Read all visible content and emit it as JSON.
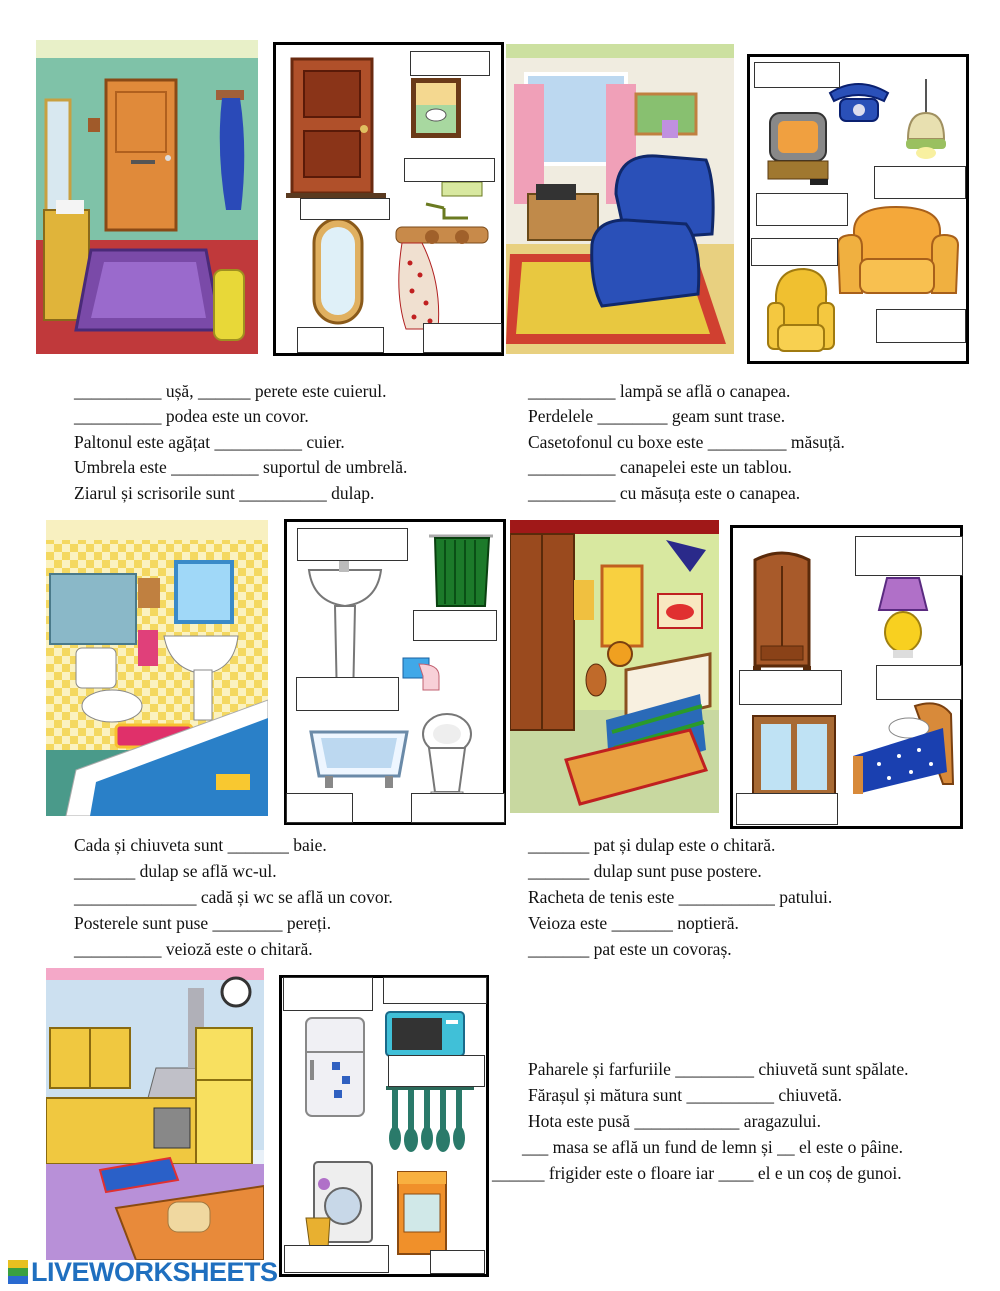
{
  "sections": [
    {
      "room": "hallway",
      "sentences": [
        "__________ ușă, ______ perete este cuierul.",
        "__________ podea este un covor.",
        "Paltonul este agățat __________ cuier.",
        "Umbrela este __________ suportul de umbrelă.",
        "Ziarul și scrisorile sunt __________ dulap."
      ]
    },
    {
      "room": "living-room",
      "sentences": [
        "__________ lampă se află o canapea.",
        "Perdelele ________ geam sunt trase.",
        "Casetofonul cu boxe este _________ măsuță.",
        "__________ canapelei este un tablou.",
        "__________ cu măsuța este o canapea."
      ]
    },
    {
      "room": "bathroom",
      "sentences": [
        "Cada și chiuveta sunt _______ baie.",
        "_______ dulap se află wc-ul.",
        "______________ cadă și wc se află un covor.",
        "Posterele sunt puse ________ pereți.",
        "__________ veioză este o chitară."
      ]
    },
    {
      "room": "bedroom",
      "sentences": [
        "_______ pat și dulap este o chitară.",
        "_______ dulap sunt puse postere.",
        "Racheta de tenis este ___________ patului.",
        "Veioza este _______ noptieră.",
        "_______ pat este un covoraș."
      ]
    },
    {
      "room": "kitchen",
      "sentences": [
        "Paharele și farfuriile _________ chiuvetă sunt spălate.",
        "Fărașul și mătura sunt __________ chiuvetă.",
        "Hota este pusă ____________ aragazului.",
        "___ masa se află un fund de lemn și __ el este o pâine.",
        "______ frigider este o floare iar ____ el e un coș de gunoi."
      ]
    }
  ],
  "footer": {
    "brand": "LIVEWORKSHEETS"
  },
  "colors": {
    "brand": "#1f6fbf",
    "text": "#111111"
  }
}
